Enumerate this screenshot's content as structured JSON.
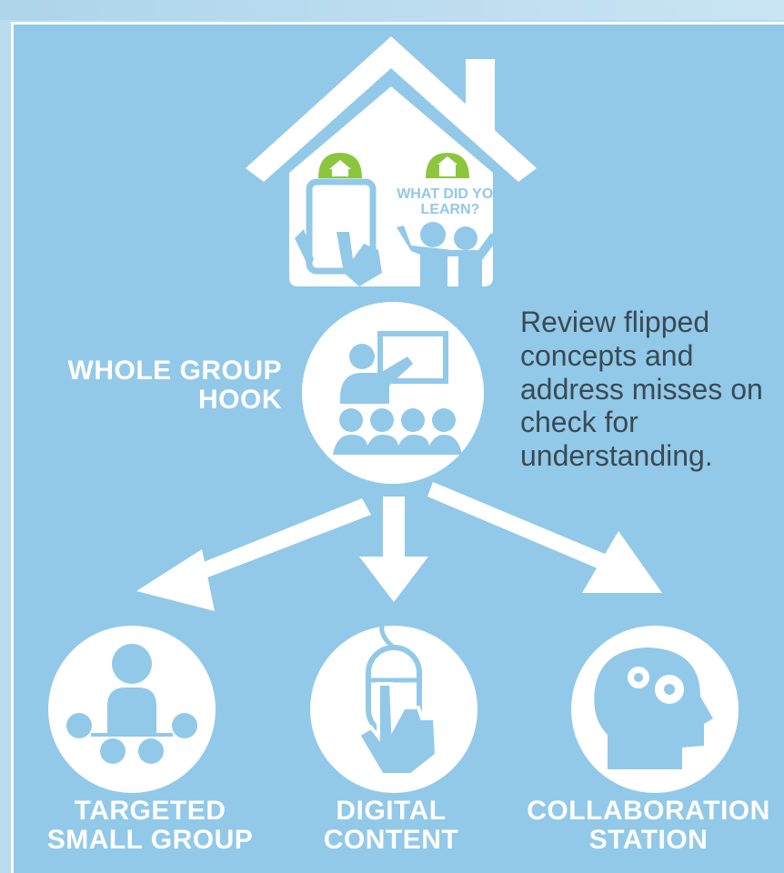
{
  "house": {
    "speech_text": "WHAT DID YOU LEARN?"
  },
  "hook": {
    "label": "WHOLE GROUP HOOK"
  },
  "note": {
    "text": "Review flipped concepts and address misses on check for understanding."
  },
  "branches": [
    {
      "label": "TARGETED SMALL GROUP",
      "icon": "small-group-icon"
    },
    {
      "label": "DIGITAL CONTENT",
      "icon": "mouse-pointer-icon"
    },
    {
      "label": "COLLABORATION STATION",
      "icon": "thinking-head-icon"
    }
  ],
  "colors": {
    "background": "#92c9e8",
    "foreground": "#ffffff",
    "accent": "#8cc63f",
    "text": "#3a4a55"
  }
}
